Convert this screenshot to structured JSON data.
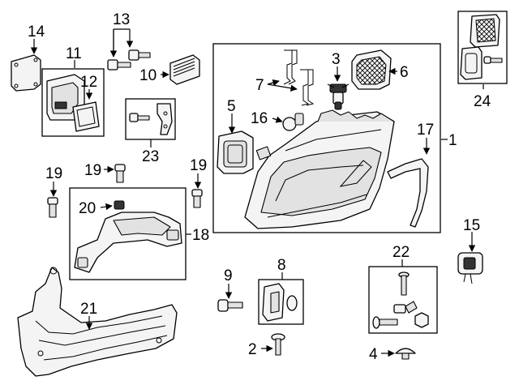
{
  "callouts": {
    "c1": "1",
    "c2": "2",
    "c3": "3",
    "c4": "4",
    "c5": "5",
    "c6": "6",
    "c7": "7",
    "c8": "8",
    "c9": "9",
    "c10": "10",
    "c11": "11",
    "c12": "12",
    "c13": "13",
    "c14": "14",
    "c15": "15",
    "c16": "16",
    "c17": "17",
    "c18": "18",
    "c19a": "19",
    "c19b": "19",
    "c19c": "19",
    "c20": "20",
    "c21": "21",
    "c22": "22",
    "c23": "23",
    "c24": "24"
  }
}
